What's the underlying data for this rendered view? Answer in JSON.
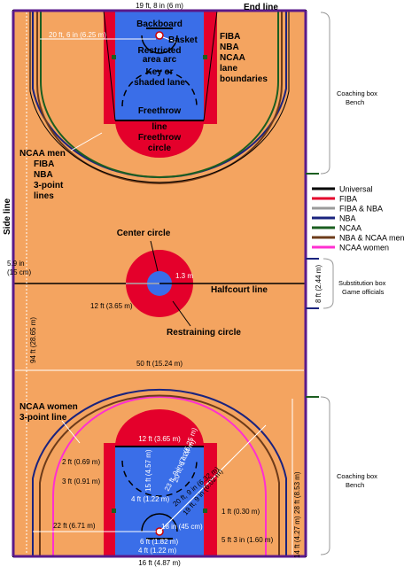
{
  "labels": {
    "top_dim": "19 ft, 8 in (6 m)",
    "end_line": "End line",
    "backboard": "Backboard",
    "basket": "Basket",
    "restricted_1": "Restricted",
    "restricted_2": "area arc",
    "key_1": "Key or",
    "key_2": "shaded lane",
    "lane_dim": "20 ft, 6 in (6.25 m)",
    "fiba": "FIBA",
    "nba": "NBA",
    "ncaa": "NCAA",
    "lane_1": "lane",
    "lane_2": "boundaries",
    "freethrow_1": "Freethrow",
    "freethrow_2": "line",
    "freethrow_3": "Freethrow",
    "freethrow_4": "circle",
    "three_1": "NCAA men",
    "three_2": "FIBA",
    "three_3": "NBA",
    "three_4": "3-point",
    "three_5": "lines",
    "side_line": "Side line",
    "center_circle": "Center circle",
    "halfcourt": "Halfcourt line",
    "restraining": "Restraining circle",
    "dim_59": "5.9 in",
    "dim_15cm": "(15 cm)",
    "dim_12ft": "12 ft (3.65 m)",
    "dim_13m": "1.3 m",
    "dim_94ft": "94 ft (28.65 m)",
    "dim_50ft": "50 ft (15.24 m)",
    "dim_8ft": "8 ft (2.44 m)",
    "ncaa_women_1": "NCAA women",
    "ncaa_women_2": "3-point line",
    "coach_top_1": "Coaching box",
    "coach_top_2": "Bench",
    "subs_1": "Substitution box",
    "subs_2": "Game officials",
    "coach_bot_1": "Coaching box",
    "coach_bot_2": "Bench",
    "dim_28ft": "28 ft (8.53 m)",
    "dim_14ft": "14 ft (4.27 m)",
    "dim_12ft_b": "12 ft (3.65 m)",
    "dim_2ft": "2 ft (0.69 m)",
    "dim_3ft": "3 ft (0.91 m)",
    "dim_15ft": "15 ft (4.57 m)",
    "dim_4ft_b": "4 ft (1.22 m)",
    "dim_22ft": "22 ft (6.71 m)",
    "dim_6ft": "6 ft (1.82 m)",
    "dim_4ft": "4 ft (1.22 m)",
    "dim_16ft": "16 ft (4.87 m)",
    "dim_1ft": "1 ft (0.30 m)",
    "dim_5ft3": "5 ft 3 in (1.60 m)",
    "dim_18in": "18 in (45 cm)",
    "dim_20ft9": "20 ft, 9 in (6.32 m)",
    "dim_19ft9": "19 ft, 9 in (6.02 m)",
    "dim_23ft9": "23 ft, 9 in (7.24 m)",
    "dim_20ft6": "20 ft, 6 in (6.25 m)"
  },
  "legend": [
    {
      "name": "Universal",
      "color": "#000000"
    },
    {
      "name": "FIBA",
      "color": "#e4002b"
    },
    {
      "name": "FIBA & NBA",
      "color": "#9a9a9a"
    },
    {
      "name": "NBA",
      "color": "#1a237e"
    },
    {
      "name": "NCAA",
      "color": "#1b5e20"
    },
    {
      "name": "NBA & NCAA men",
      "color": "#6d3b1a"
    },
    {
      "name": "NCAA women",
      "color": "#ff2fd0"
    }
  ],
  "colors": {
    "court": "#f4a460",
    "key_blue": "#3a6ee8",
    "fiba_red": "#e4002b",
    "nba_navy": "#1a237e",
    "ncaa_green": "#1b5e20",
    "men_brown": "#6d3b1a",
    "women_pink": "#ff2fd0"
  }
}
